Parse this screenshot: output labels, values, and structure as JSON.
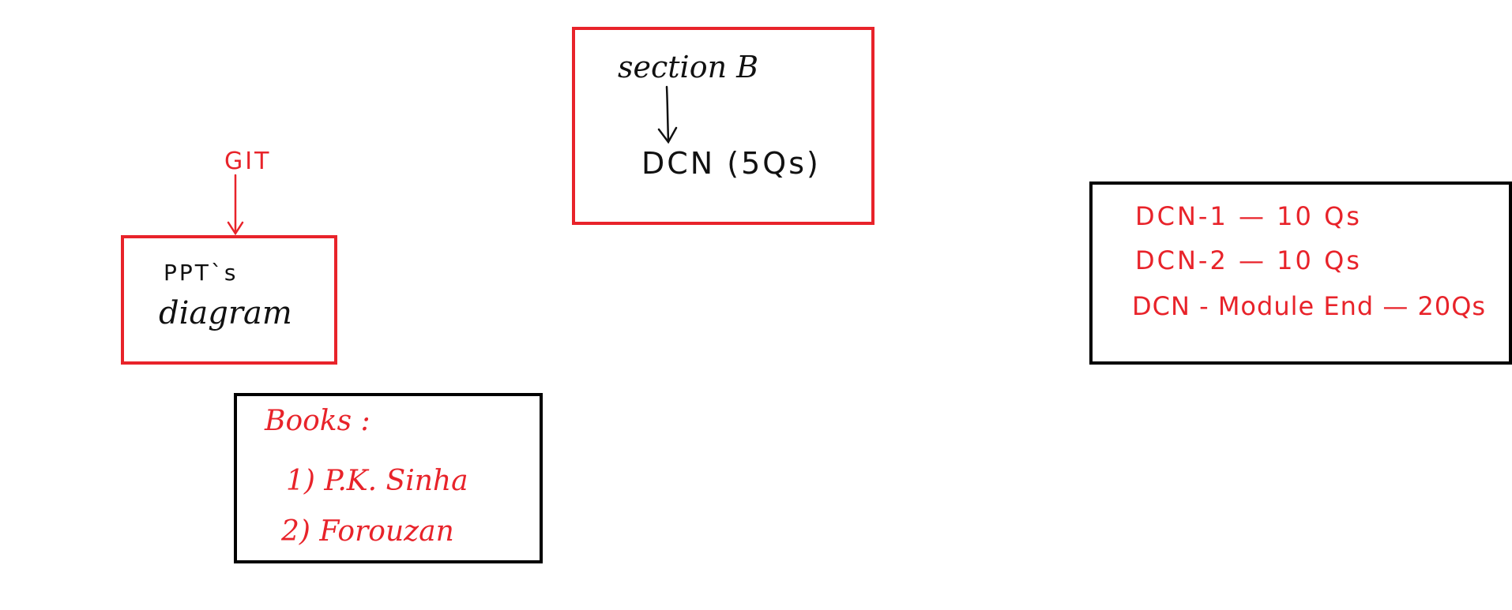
{
  "colors": {
    "ink_red": "#e8232a",
    "ink_black": "#111111",
    "background": "#ffffff"
  },
  "section_box": {
    "heading": "section B",
    "topic": "DCN (5Qs)"
  },
  "git_note": {
    "label": "GIT",
    "box_line1": "PPT`s",
    "box_line2": "diagram"
  },
  "books_box": {
    "heading": "Books :",
    "items": [
      "1) P.K. Sinha",
      "2) Forouzan"
    ]
  },
  "dcn_box": {
    "lines": [
      "DCN-1  — 10 Qs",
      "DCN-2  — 10 Qs",
      "DCN - Module End — 20Qs"
    ]
  }
}
